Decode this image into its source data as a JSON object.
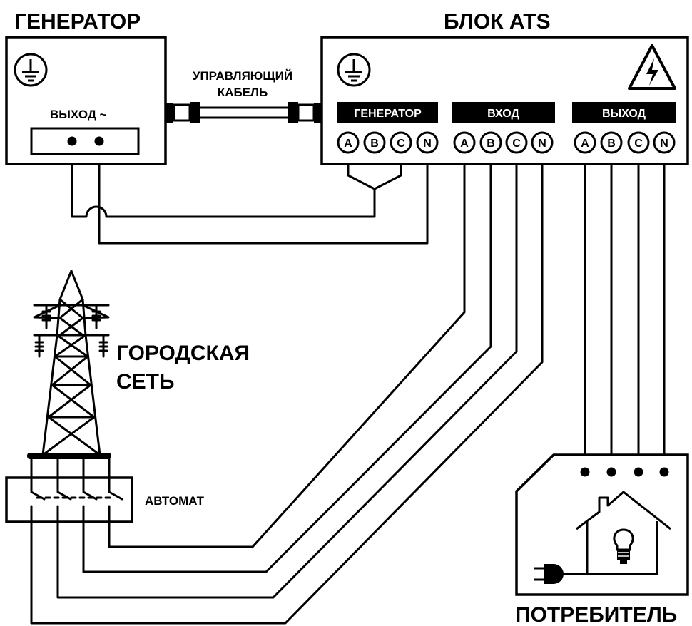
{
  "generator": {
    "title": "ГЕНЕРАТОР",
    "output_label": "ВЫХОД ~",
    "ground_icon": "ground-icon"
  },
  "control_cable": {
    "line1": "УПРАВЛЯЮЩИЙ",
    "line2": "КАБЕЛЬ"
  },
  "ats": {
    "title": "БЛОК ATS",
    "ground_icon": "ground-icon",
    "warning_icon": "high-voltage-warning-icon",
    "groups": [
      {
        "label": "ГЕНЕРАТОР",
        "terminals": [
          "A",
          "B",
          "C",
          "N"
        ]
      },
      {
        "label": "ВХОД",
        "terminals": [
          "A",
          "B",
          "C",
          "N"
        ]
      },
      {
        "label": "ВЫХОД",
        "terminals": [
          "A",
          "B",
          "C",
          "N"
        ]
      }
    ]
  },
  "grid": {
    "line1": "ГОРОДСКАЯ",
    "line2": "СЕТЬ",
    "icon": "power-pylon-icon"
  },
  "breaker": {
    "label": "АВТОМАТ"
  },
  "consumer": {
    "title": "ПОТРЕБИТЕЛЬ",
    "icons": [
      "house-icon",
      "light-bulb-icon",
      "plug-icon"
    ]
  }
}
